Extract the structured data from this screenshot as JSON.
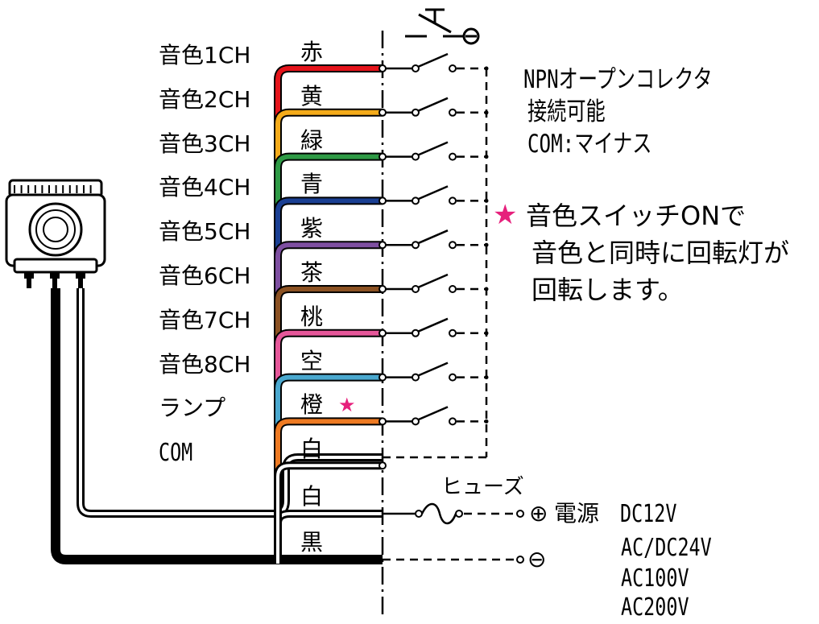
{
  "channels": [
    {
      "label": "音色1CH",
      "wire": "赤",
      "color": "#e5141b"
    },
    {
      "label": "音色2CH",
      "wire": "黄",
      "color": "#f4ab1a"
    },
    {
      "label": "音色3CH",
      "wire": "緑",
      "color": "#2e9a45"
    },
    {
      "label": "音色4CH",
      "wire": "青",
      "color": "#1a3f93"
    },
    {
      "label": "音色5CH",
      "wire": "紫",
      "color": "#7e4fa1"
    },
    {
      "label": "音色6CH",
      "wire": "茶",
      "color": "#8b5122"
    },
    {
      "label": "音色7CH",
      "wire": "桃",
      "color": "#e6579a"
    },
    {
      "label": "音色8CH",
      "wire": "空",
      "color": "#4aa8cf"
    },
    {
      "label": "ランプ",
      "wire": "橙",
      "color": "#ee7a22",
      "star": "★"
    },
    {
      "label": "COM",
      "wire": "白",
      "color": "#ffffff"
    }
  ],
  "power_wires": [
    {
      "wire": "白",
      "color": "#ffffff"
    },
    {
      "wire": "黒",
      "color": "#000000"
    }
  ],
  "notes": {
    "npn_line1": "NPNオープンコレクタ",
    "npn_line2": "接続可能",
    "npn_line3": "COM:マイナス",
    "star_symbol": "★",
    "star_line1": "音色スイッチONで",
    "star_line2": "音色と同時に回転灯が",
    "star_line3": "回転します。"
  },
  "power": {
    "fuse_label": "ヒューズ",
    "plus_symbol": "⊕",
    "power_label": "電源",
    "minus_symbol": "⊖",
    "voltages": [
      "DC12V",
      "AC/DC24V",
      "AC100V",
      "AC200V"
    ]
  },
  "colors": {
    "star_pink": "#e6207c",
    "ink": "#000000"
  }
}
